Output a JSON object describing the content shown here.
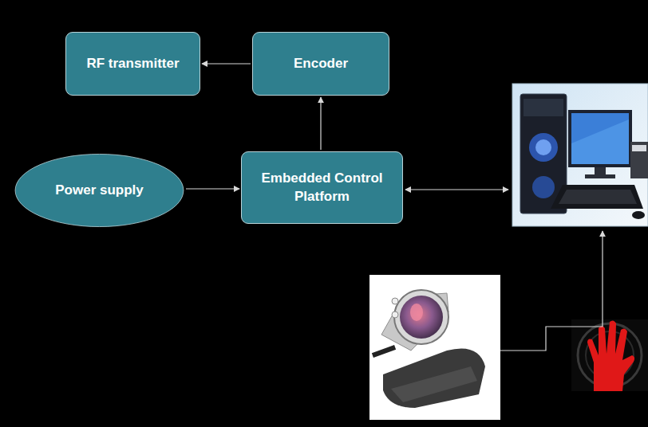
{
  "diagram": {
    "nodes": [
      {
        "text": [
          "RF transmitter"
        ]
      },
      {
        "text": [
          "Encoder"
        ]
      },
      {
        "text": [
          "Power supply"
        ]
      },
      {
        "text": [
          "Embedded Control Platform"
        ]
      }
    ],
    "edges": [
      {
        "from": 1,
        "to": 0,
        "arrow": "to"
      },
      {
        "from": 3,
        "to": 1,
        "arrow": "to"
      },
      {
        "from": 2,
        "to": 3,
        "arrow": "to"
      }
    ]
  }
}
